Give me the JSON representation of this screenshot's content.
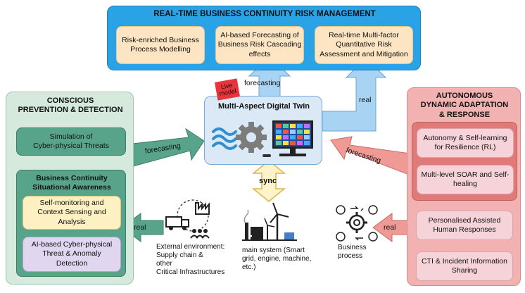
{
  "top": {
    "title": "REAL-TIME BUSINESS CONTINUITY RISK MANAGEMENT",
    "items": [
      "Risk-enriched Business\nProcess Modelling",
      "AI-based Forecasting of\nBusiness Risk Cascading\neffects",
      "Real-time Multi-factor\nQuantitative Risk\nAssessment and Mitigation"
    ]
  },
  "left": {
    "title": "CONSCIOUS\nPREVENTION & DETECTION",
    "simulation": "Simulation of\nCyber-physical Threats",
    "awareness_title": "Business Continuity\nSituational Awareness",
    "items": [
      "Self-monitoring and\nContext Sensing and\nAnalysis",
      "AI-based Cyber-physical\nThreat & Anomaly\nDetection"
    ]
  },
  "right": {
    "title": "AUTONOMOUS\nDYNAMIC ADAPTATION\n& RESPONSE",
    "items": [
      "Autonomy & Self-learning\nfor Resilience (RL)",
      "Multi-level SOAR and Self-\nhealing",
      "Personalised Assisted\nHuman Responses",
      "CTI & Incident Information\nSharing"
    ]
  },
  "center": {
    "title": "Multi-Aspect Digital Twin",
    "live_model": "Live\nmodel",
    "sync": "sync"
  },
  "arrows": {
    "forecasting_top": "forecasting",
    "real_top": "real",
    "forecasting_left": "forecasting",
    "forecasting_right": "forecasting",
    "real_left": "real",
    "real_right": "real"
  },
  "bottom": {
    "external": "External environment:\nSupply chain &\nother\nCritical Infrastructures",
    "main_system": "main system (Smart\ngrid, engine, machine,\netc.)",
    "business": "Business\nprocess"
  },
  "colors": {
    "top_panel": "#29a3e6",
    "top_item": "#fde4c2",
    "left_panel": "#d5e9dd",
    "left_box": "#58a48a",
    "right_panel": "#f2b2b2",
    "right_item": "#f5d3d8",
    "right_group": "#e07a78",
    "dt_fill": "#dbe9f7",
    "live_red": "#e8343a",
    "sync_fill": "#fff3cc"
  }
}
